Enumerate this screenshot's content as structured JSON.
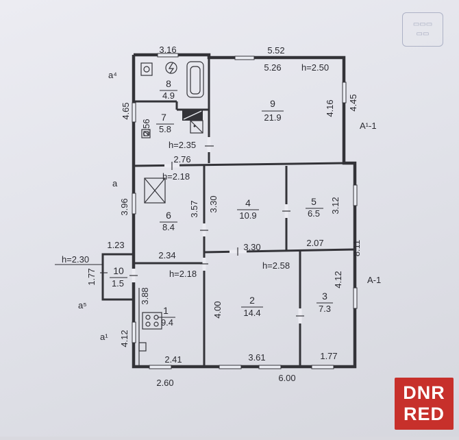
{
  "dimensions": {
    "top_left": "3.16",
    "top_right": "5.52",
    "room9_width": "5.26",
    "room9_height_label": "h=2.50",
    "right_top": "4.45",
    "room9_depth": "4.16",
    "left_top": "4.65",
    "room7_depth": "2.56",
    "room7_height_label": "h=2.35",
    "room6_width": "2.76",
    "room6_height_label": "h=2.18",
    "left_mid": "3.96",
    "room6_depth": "3.57",
    "room4_depth": "3.30",
    "room4_width": "3.30",
    "room5_depth": "3.12",
    "room5_width": "2.07",
    "right_total": "8.11",
    "room6_bottom": "2.34",
    "porch_width": "1.23",
    "porch_height_label": "h=2.30",
    "porch_depth": "1.77",
    "room1_height_label": "h=2.18",
    "room2_height_label": "h=2.58",
    "room1_depth": "3.88",
    "room2_depth": "4.00",
    "room3_depth": "4.12",
    "left_bottom": "4.12",
    "room1_width": "2.41",
    "room2_width": "3.61",
    "room3_width": "1.77",
    "bottom_left": "2.60",
    "bottom_right": "6.00"
  },
  "rooms": [
    {
      "number": "8",
      "area": "4.9"
    },
    {
      "number": "9",
      "area": "21.9"
    },
    {
      "number": "7",
      "area": "5.8"
    },
    {
      "number": "6",
      "area": "8.4"
    },
    {
      "number": "4",
      "area": "10.9"
    },
    {
      "number": "5",
      "area": "6.5"
    },
    {
      "number": "10",
      "area": "1.5"
    },
    {
      "number": "1",
      "area": "9.4"
    },
    {
      "number": "2",
      "area": "14.4"
    },
    {
      "number": "3",
      "area": "7.3"
    }
  ],
  "labels": {
    "a4": "a⁴",
    "a": "a",
    "a5": "a⁵",
    "a1": "a¹",
    "A1_1": "A¹-1",
    "A_1": "A-1"
  },
  "watermark": {
    "line1": "DNR",
    "line2": "RED"
  },
  "colors": {
    "paper": "#e6e7ee",
    "lines": "#333338",
    "watermark": "#c7302b"
  }
}
